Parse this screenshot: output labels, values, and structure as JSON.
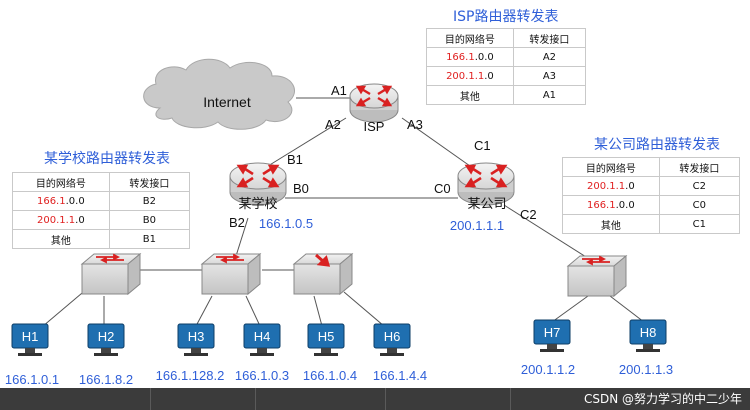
{
  "cloud_label": "Internet",
  "isp_table": {
    "title": "ISP路由器转发表",
    "headers": [
      "目的网络号",
      "转发接口"
    ],
    "rows": [
      {
        "net_red": "166.1",
        "net_rest": ".0.0",
        "iface": "A2"
      },
      {
        "net_red": "200.1.1",
        "net_rest": ".0",
        "iface": "A3"
      },
      {
        "net_red": "",
        "net_rest": "其他",
        "iface": "A1"
      }
    ]
  },
  "school_table": {
    "title": "某学校路由器转发表",
    "headers": [
      "目的网络号",
      "转发接口"
    ],
    "rows": [
      {
        "net_red": "166.1",
        "net_rest": ".0.0",
        "iface": "B2"
      },
      {
        "net_red": "200.1.1",
        "net_rest": ".0",
        "iface": "B0"
      },
      {
        "net_red": "",
        "net_rest": "其他",
        "iface": "B1"
      }
    ]
  },
  "company_table": {
    "title": "某公司路由器转发表",
    "headers": [
      "目的网络号",
      "转发接口"
    ],
    "rows": [
      {
        "net_red": "200.1.1",
        "net_rest": ".0",
        "iface": "C2"
      },
      {
        "net_red": "166.1",
        "net_rest": ".0.0",
        "iface": "C0"
      },
      {
        "net_red": "",
        "net_rest": "其他",
        "iface": "C1"
      }
    ]
  },
  "routers": {
    "isp": {
      "name": "ISP"
    },
    "school": {
      "name": "某学校",
      "ip": "166.1.0.5"
    },
    "company": {
      "name": "某公司",
      "ip": "200.1.1.1"
    }
  },
  "interfaces": {
    "a1": "A1",
    "a2": "A2",
    "a3": "A3",
    "b1": "B1",
    "b0": "B0",
    "b2": "B2",
    "c1": "C1",
    "c0": "C0",
    "c2": "C2"
  },
  "hosts": [
    {
      "name": "H1",
      "ip": "166.1.0.1"
    },
    {
      "name": "H2",
      "ip": "166.1.8.2"
    },
    {
      "name": "H3",
      "ip": "166.1.128.2"
    },
    {
      "name": "H4",
      "ip": "166.1.0.3"
    },
    {
      "name": "H5",
      "ip": "166.1.0.4"
    },
    {
      "name": "H6",
      "ip": "166.1.4.4"
    },
    {
      "name": "H7",
      "ip": "200.1.1.2"
    },
    {
      "name": "H8",
      "ip": "200.1.1.3"
    }
  ],
  "watermark": "CSDN @努力学习的中二少年",
  "colors": {
    "blue_text": "#2f5fd8",
    "red_text": "#e02020",
    "host_blue": "#1f6fb0",
    "router_red": "#d92121"
  }
}
